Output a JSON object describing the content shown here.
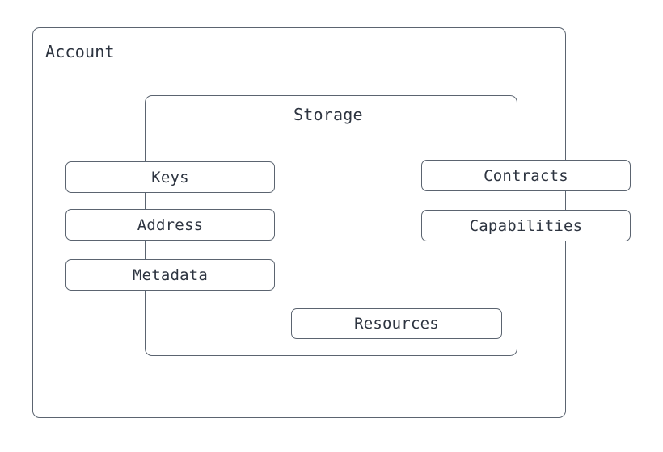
{
  "diagram": {
    "title": "Account",
    "containers": [
      {
        "id": "account",
        "label": "Account"
      },
      {
        "id": "storage",
        "label": "Storage"
      }
    ],
    "nodes": [
      {
        "id": "keys",
        "label": "Keys",
        "group": "left"
      },
      {
        "id": "address",
        "label": "Address",
        "group": "left"
      },
      {
        "id": "metadata",
        "label": "Metadata",
        "group": "left"
      },
      {
        "id": "contracts",
        "label": "Contracts",
        "group": "right"
      },
      {
        "id": "capabilities",
        "label": "Capabilities",
        "group": "right"
      },
      {
        "id": "resources",
        "label": "Resources",
        "group": "bottom"
      }
    ],
    "colors": {
      "stroke": "#5b6470",
      "text": "#2d3440",
      "background": "#ffffff"
    }
  }
}
